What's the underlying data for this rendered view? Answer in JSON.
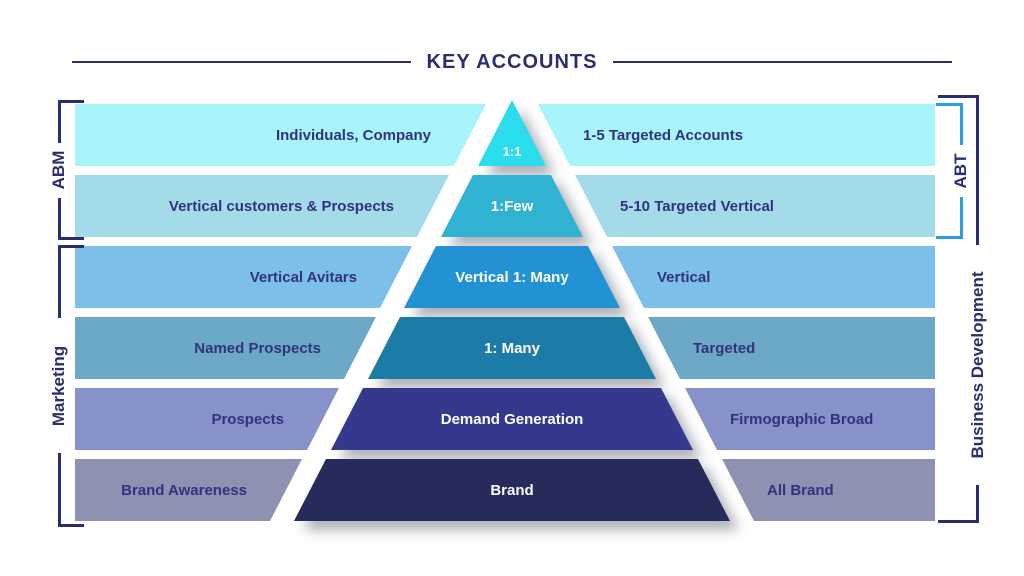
{
  "title": "KEY ACCOUNTS",
  "colors": {
    "navy": "#2b2e6e",
    "text_navy": "#32327e",
    "abt_bracket": "#2e9ee3",
    "shadow": "rgba(106,112,125,0.55)"
  },
  "side_groups": {
    "left": [
      {
        "label": "ABM",
        "rows": "1-2"
      },
      {
        "label": "Marketing",
        "rows": "3-6"
      }
    ],
    "right": [
      {
        "label": "ABT",
        "rows": "1-2"
      },
      {
        "label": "Business Development",
        "rows": "1-6"
      }
    ]
  },
  "rows": [
    {
      "left": "Individuals, Company",
      "center": "1:1",
      "right": "1-5 Targeted Accounts",
      "band_color": "#a8f4fb",
      "pyramid_color": "#2bdcec"
    },
    {
      "left": "Vertical customers & Prospects",
      "center": "1:Few",
      "right": "5-10 Targeted Vertical",
      "band_color": "#a4dbe9",
      "pyramid_color": "#30b3d2"
    },
    {
      "left": "Vertical Avitars",
      "center": "Vertical 1: Many",
      "right": "Vertical",
      "band_color": "#7cc0ea",
      "pyramid_color": "#2292d5"
    },
    {
      "left": "Named Prospects",
      "center": "1: Many",
      "right": "Targeted",
      "band_color": "#6ca9c6",
      "pyramid_color": "#1d7ba8"
    },
    {
      "left": "Prospects",
      "center": "Demand Generation",
      "right": "Firmographic Broad",
      "band_color": "#8791ca",
      "pyramid_color": "#35398d"
    },
    {
      "left": "Brand Awareness",
      "center": "Brand",
      "right": "All Brand",
      "band_color": "#8d91b2",
      "pyramid_color": "#262b5c"
    }
  ]
}
